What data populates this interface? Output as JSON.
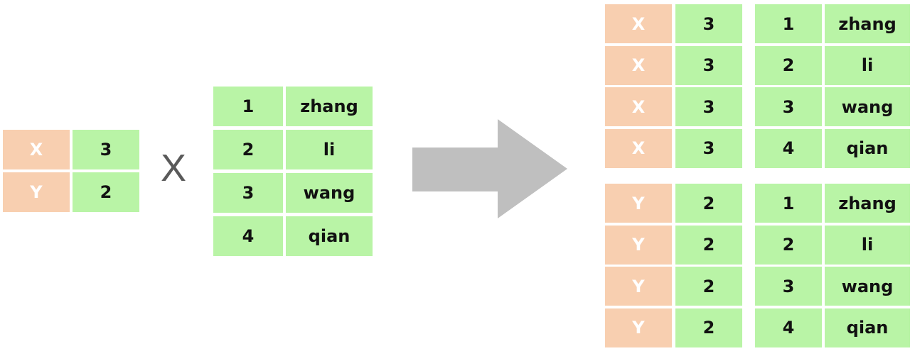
{
  "colors": {
    "tan": "#f8cfb0",
    "green": "#b9f4a6",
    "arrow": "#bfbfbf",
    "operator": "#5a5a5a"
  },
  "icons": {
    "operator": "multiplication-x",
    "arrow": "right-arrow-icon"
  },
  "operator_symbol": "X",
  "left_table": {
    "rows": [
      {
        "key": "X",
        "value": "3"
      },
      {
        "key": "Y",
        "value": "2"
      }
    ]
  },
  "right_table": {
    "rows": [
      {
        "id": "1",
        "name": "zhang"
      },
      {
        "id": "2",
        "name": "li"
      },
      {
        "id": "3",
        "name": "wang"
      },
      {
        "id": "4",
        "name": "qian"
      }
    ]
  },
  "result": {
    "blocks": [
      {
        "rows": [
          {
            "key": "X",
            "value": "3",
            "id": "1",
            "name": "zhang"
          },
          {
            "key": "X",
            "value": "3",
            "id": "2",
            "name": "li"
          },
          {
            "key": "X",
            "value": "3",
            "id": "3",
            "name": "wang"
          },
          {
            "key": "X",
            "value": "3",
            "id": "4",
            "name": "qian"
          }
        ]
      },
      {
        "rows": [
          {
            "key": "Y",
            "value": "2",
            "id": "1",
            "name": "zhang"
          },
          {
            "key": "Y",
            "value": "2",
            "id": "2",
            "name": "li"
          },
          {
            "key": "Y",
            "value": "2",
            "id": "3",
            "name": "wang"
          },
          {
            "key": "Y",
            "value": "2",
            "id": "4",
            "name": "qian"
          }
        ]
      }
    ]
  }
}
